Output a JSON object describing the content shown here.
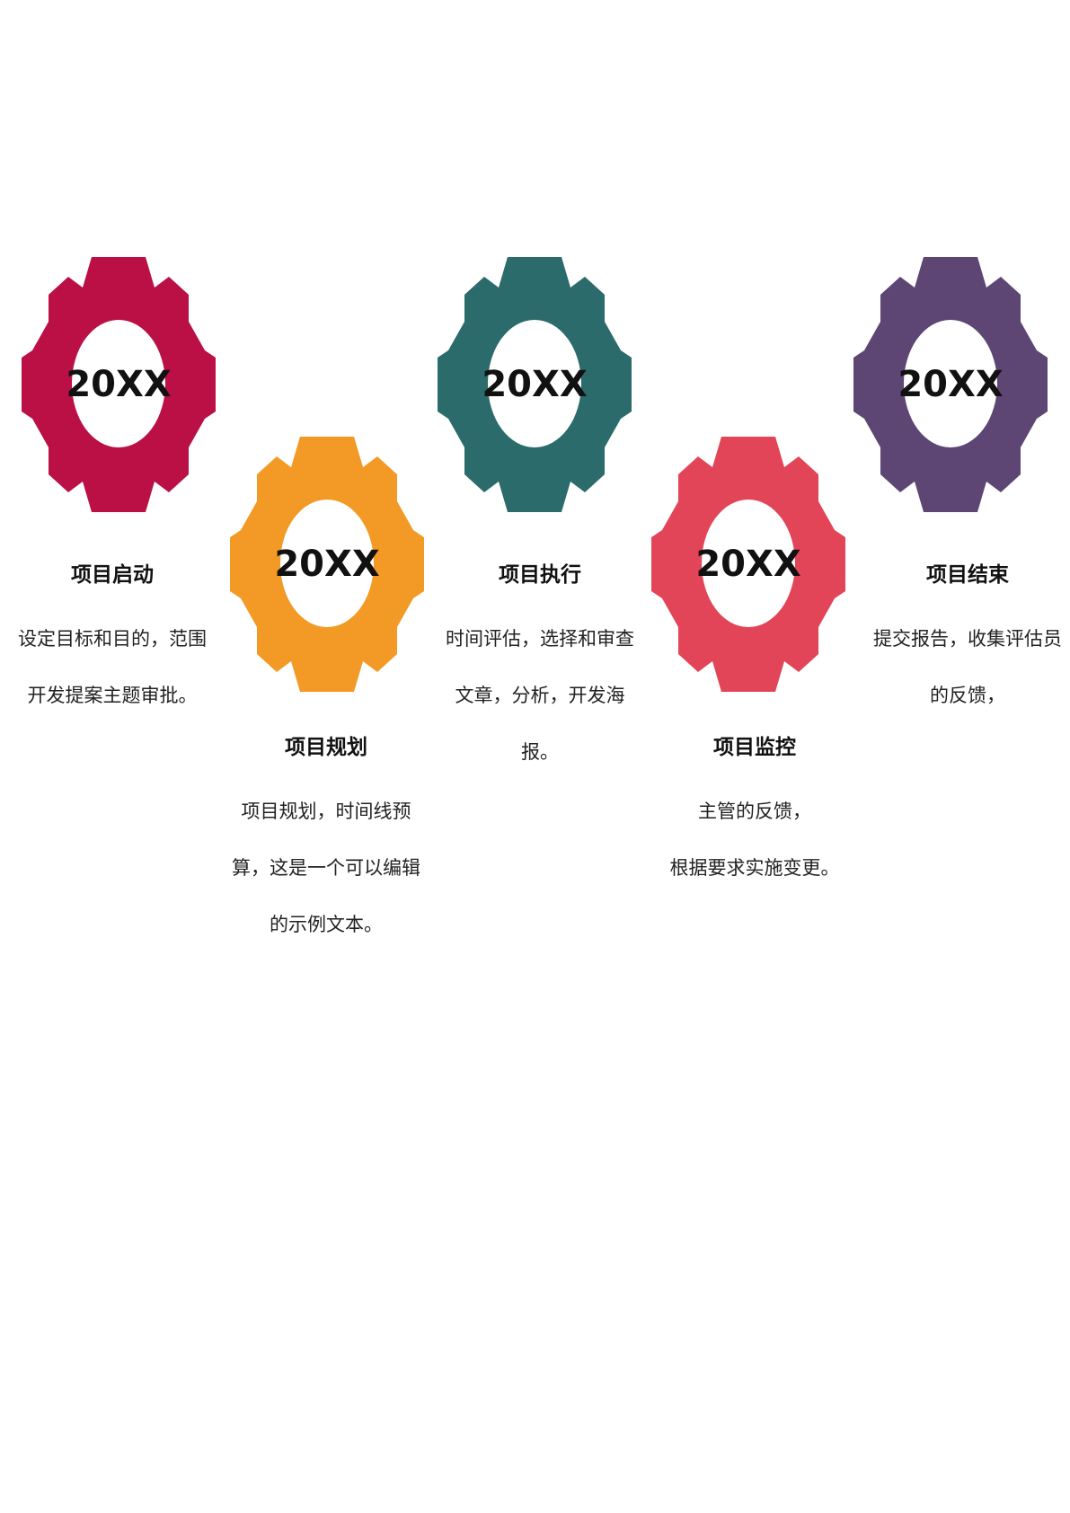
{
  "stages": [
    {
      "year": "20XX",
      "title": "项目启动",
      "description": "设定目标和目的，范围\n开发提案主题审批。",
      "color": "#BA1045"
    },
    {
      "year": "20XX",
      "title": "项目规划",
      "description": "项目规划，时间线预\n算，这是一个可以编辑\n的示例文本。",
      "color": "#F29A25"
    },
    {
      "year": "20XX",
      "title": "项目执行",
      "description": "时间评估，选择和审查\n文章，分析，开发海\n报。",
      "color": "#2B6B6B"
    },
    {
      "year": "20XX",
      "title": "项目监控",
      "description": "主管的反馈，\n根据要求实施变更。",
      "color": "#E24557"
    },
    {
      "year": "20XX",
      "title": "项目结束",
      "description": "提交报告，收集评估员\n的反馈，",
      "color": "#5E4674"
    }
  ]
}
